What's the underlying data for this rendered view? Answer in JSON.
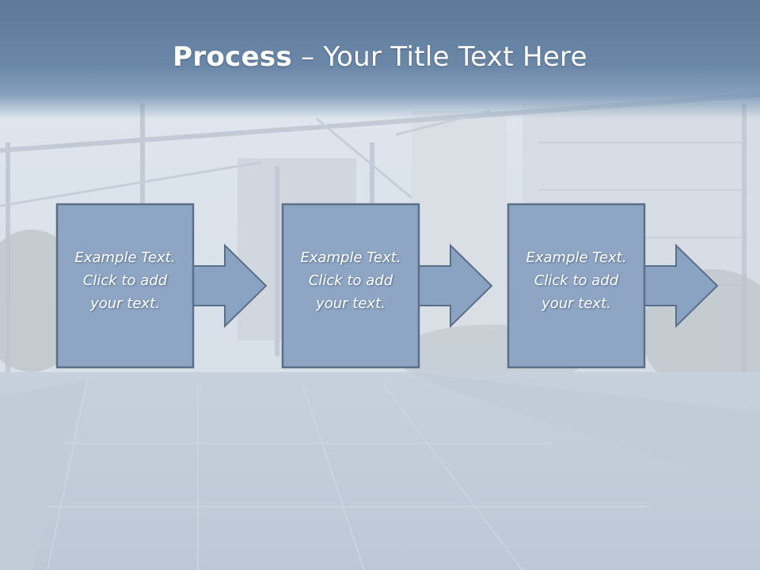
{
  "slide": {
    "title_bold": "Process",
    "title_separator": " – ",
    "title_rest": "Your Title Text Here"
  },
  "steps": [
    {
      "text": "Example Text.\nClick  to add\nyour text."
    },
    {
      "text": "Example Text.\nClick  to add\nyour text."
    },
    {
      "text": "Example Text.\nClick  to add\nyour text."
    }
  ],
  "colors": {
    "title_bar": "#6682a4",
    "box_fill": "#8ea6c4",
    "box_stroke": "#5b6f88",
    "arrow_fill": "#8aa3c2",
    "text": "#ffffff"
  }
}
